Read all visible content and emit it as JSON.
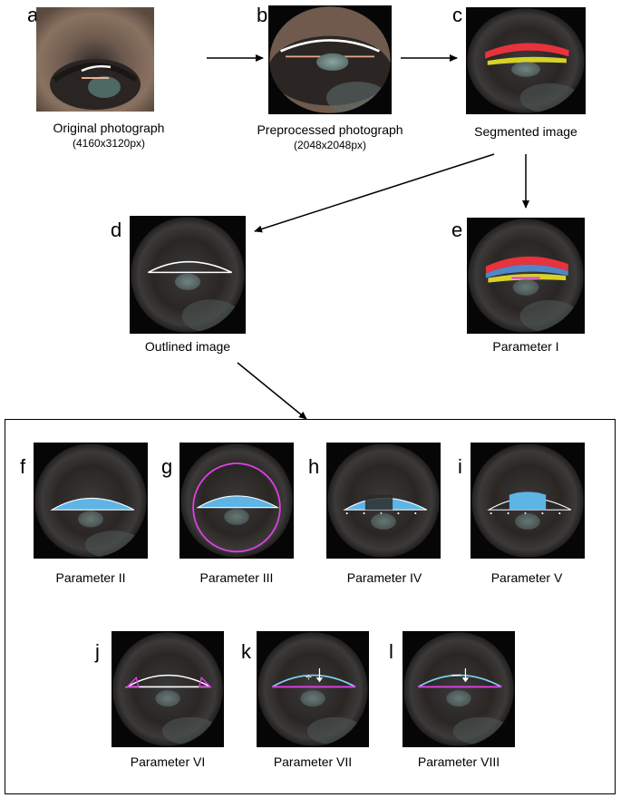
{
  "panels": {
    "a": {
      "letter": "a",
      "caption": "Original photograph",
      "subcaption": "(4160x3120px)"
    },
    "b": {
      "letter": "b",
      "caption": "Preprocessed photograph",
      "subcaption": "(2048x2048px)"
    },
    "c": {
      "letter": "c",
      "caption": "Segmented image"
    },
    "d": {
      "letter": "d",
      "caption": "Outlined image"
    },
    "e": {
      "letter": "e",
      "caption": "Parameter I"
    },
    "f": {
      "letter": "f",
      "caption": "Parameter II"
    },
    "g": {
      "letter": "g",
      "caption": "Parameter III"
    },
    "h": {
      "letter": "h",
      "caption": "Parameter IV"
    },
    "i": {
      "letter": "i",
      "caption": "Parameter V"
    },
    "j": {
      "letter": "j",
      "caption": "Parameter VI"
    },
    "k": {
      "letter": "k",
      "caption": "Parameter VII"
    },
    "l": {
      "letter": "l",
      "caption": "Parameter VIII"
    }
  },
  "colors": {
    "red_segment": "#e8323c",
    "yellow_segment": "#d7d22a",
    "blue_fill": "#5fb4e6",
    "magenta": "#e040e8",
    "outline": "#ffffff",
    "cyan": "#7fd0f0"
  },
  "icons": [
    "right-arrow-icon",
    "down-arrow-icon",
    "diagonal-arrow-icon"
  ]
}
